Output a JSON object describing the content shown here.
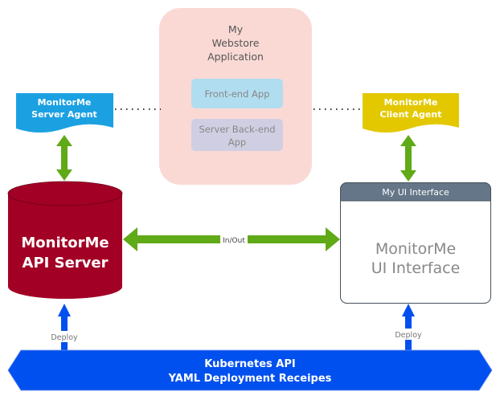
{
  "colors": {
    "webstore_bg": "#fad9d5",
    "frontend_bg": "#b1ddf0",
    "backend_bg": "#d0cee2",
    "server_agent": "#1ba1e2",
    "client_agent": "#e3c800",
    "api_server": "#a20025",
    "ui_header": "#647687",
    "connector_green": "#60a917",
    "deploy_blue": "#0050ef"
  },
  "webstore": {
    "title_lines": [
      "My",
      "Webstore",
      "Application"
    ],
    "frontend": "Front-end App",
    "backend_lines": [
      "Server Back-end",
      "App"
    ]
  },
  "server_agent": {
    "lines": [
      "MonitorMe",
      "Server Agent"
    ]
  },
  "client_agent": {
    "lines": [
      "MonitorMe",
      "Client Agent"
    ]
  },
  "api_server": {
    "lines": [
      "MonitorMe",
      "API Server"
    ]
  },
  "ui_interface": {
    "header": "My UI Interface",
    "lines": [
      "MonitorMe",
      "UI Interface"
    ]
  },
  "connector": {
    "label": "In/Out"
  },
  "deploy": {
    "left_label": "Deploy",
    "right_label": "Deploy"
  },
  "kubernetes": {
    "lines": [
      "Kubernetes API",
      "YAML Deployment Receipes"
    ]
  }
}
